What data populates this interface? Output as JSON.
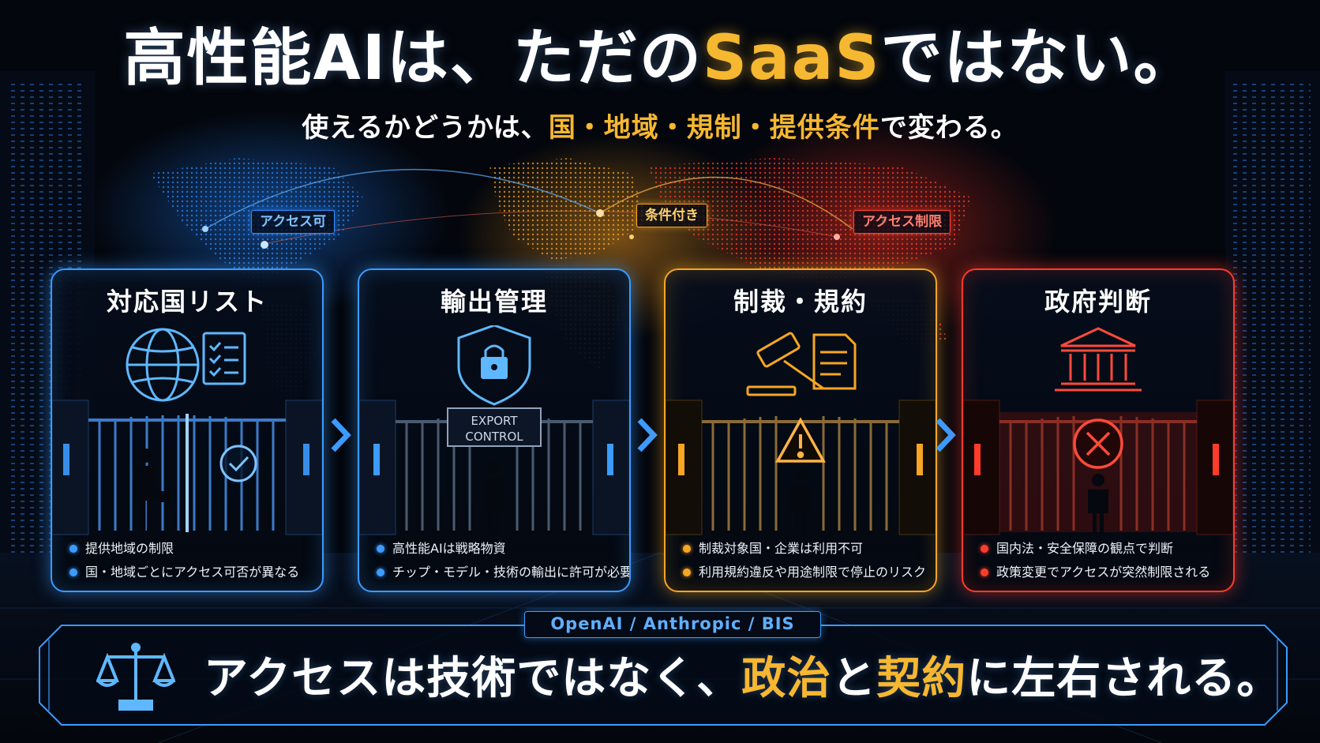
{
  "header": {
    "title_pre": "高性能AIは、ただの",
    "title_highlight": "SaaS",
    "title_post": "ではない。",
    "subtitle_pre": "使えるかどうかは、",
    "subtitle_highlight": "国・地域・規制・提供条件",
    "subtitle_post": "で変わる。"
  },
  "map": {
    "labels": [
      "アクセス可",
      "条件付き",
      "アクセス制限"
    ]
  },
  "cards": [
    {
      "title": "対応国リスト",
      "accent": "#3c9bff",
      "icons": [
        "globe-icon",
        "checklist-icon",
        "check-circle-icon"
      ],
      "items": [
        "提供地域の制限",
        "国・地域ごとにアクセス可否が異なる"
      ]
    },
    {
      "title": "輸出管理",
      "accent": "#3c9bff",
      "icons": [
        "shield-lock-icon"
      ],
      "sign": [
        "EXPORT",
        "CONTROL"
      ],
      "items": [
        "高性能AIは戦略物資",
        "チップ・モデル・技術の輸出に許可が必要"
      ]
    },
    {
      "title": "制裁・規約",
      "accent": "#f6a623",
      "icons": [
        "gavel-icon",
        "warning-icon"
      ],
      "items": [
        "制裁対象国・企業は利用不可",
        "利用規約違反や用途制限で停止のリスク"
      ]
    },
    {
      "title": "政府判断",
      "accent": "#ff3b2b",
      "icons": [
        "government-building-icon",
        "x-circle-icon"
      ],
      "items": [
        "国内法・安全保障の観点で判断",
        "政策変更でアクセスが突然制限される"
      ]
    }
  ],
  "footer": {
    "sources": "OpenAI / Anthropic / BIS",
    "icon": "scale-icon",
    "text_pre": "アクセスは技術ではなく、",
    "text_hl1": "政治",
    "text_mid": "と",
    "text_hl2": "契約",
    "text_post": "に左右される。"
  },
  "colors": {
    "accent_gold": "#f6b731",
    "blue": "#3c9bff",
    "orange": "#f6a623",
    "red": "#ff3b2b",
    "background": "#03060c"
  }
}
